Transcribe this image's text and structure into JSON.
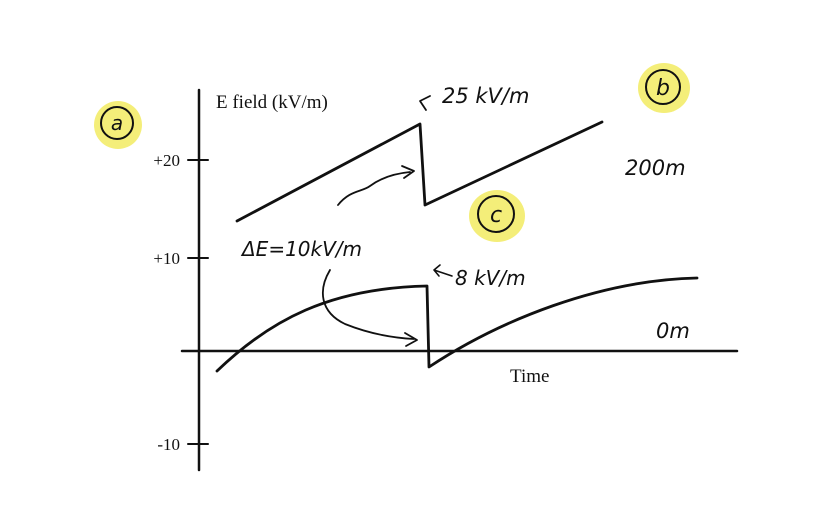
{
  "axis": {
    "y_label": "E field (kV/m)",
    "x_label": "Time",
    "ticks": [
      "+20",
      "+10",
      "-10"
    ]
  },
  "labels": {
    "a": "a",
    "b": "b",
    "c": "c",
    "top_peak": "25 kV/m",
    "bottom_peak": "8 kV/m",
    "delta_e": "ΔE=10kV/m",
    "top_altitude": "200m",
    "bottom_altitude": "0m"
  },
  "colors": {
    "highlight": "#f3ec6a",
    "ink": "#111111"
  }
}
